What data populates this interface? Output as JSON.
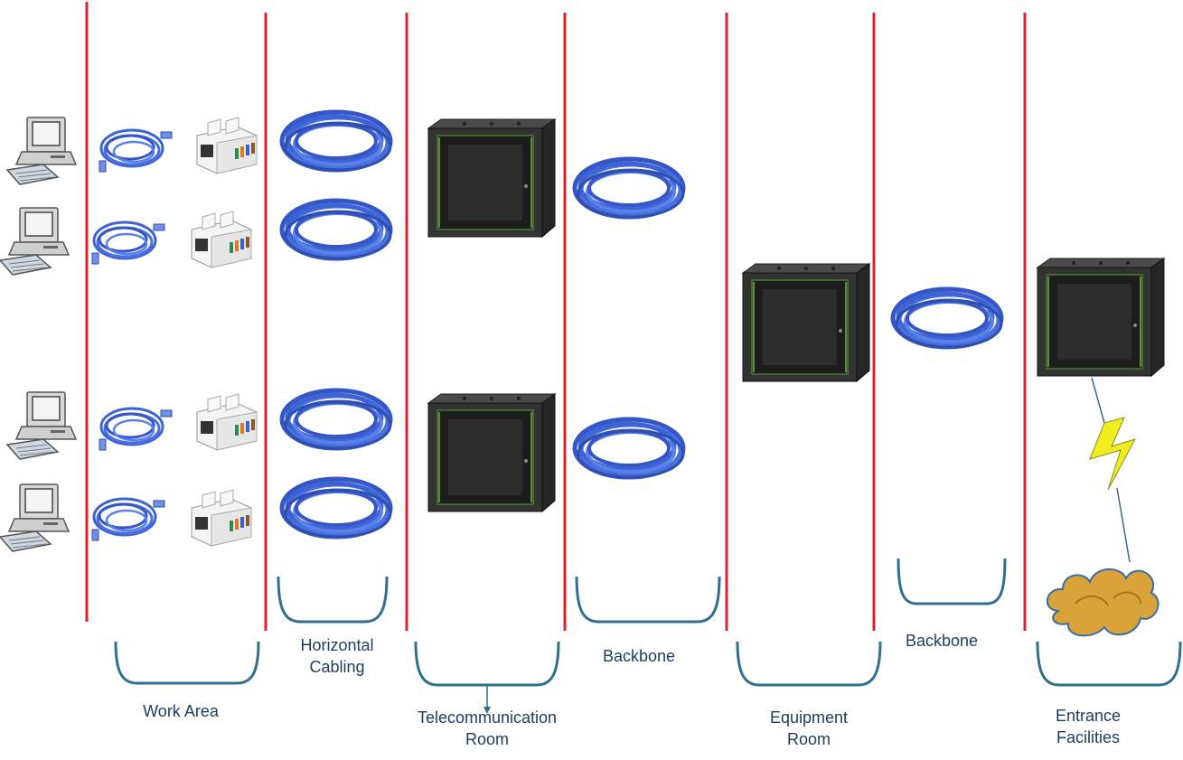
{
  "labels": {
    "work_area": "Work Area",
    "horizontal_cabling_1": "Horizontal",
    "horizontal_cabling_2": "Cabling",
    "telecom_room_1": "Telecommunication",
    "telecom_room_2": "Room",
    "backbone_1": "Backbone",
    "equipment_room_1": "Equipment",
    "equipment_room_2": "Room",
    "backbone_2": "Backbone",
    "entrance_1": "Entrance",
    "entrance_2": "Facilities"
  },
  "colors": {
    "divider": "#e0202a",
    "bracket": "#2f6f8f",
    "label": "#1f3a5f",
    "cable": "#3d63d6",
    "cabinet": "#2f2f2f",
    "lightning": "#f2ee1e",
    "cloud": "#d9a33a"
  },
  "icons": [
    "computer-icon",
    "patch-cable-icon",
    "rj45-jack-icon",
    "cable-coil-icon",
    "rack-cabinet-icon",
    "lightning-icon",
    "cloud-icon"
  ]
}
